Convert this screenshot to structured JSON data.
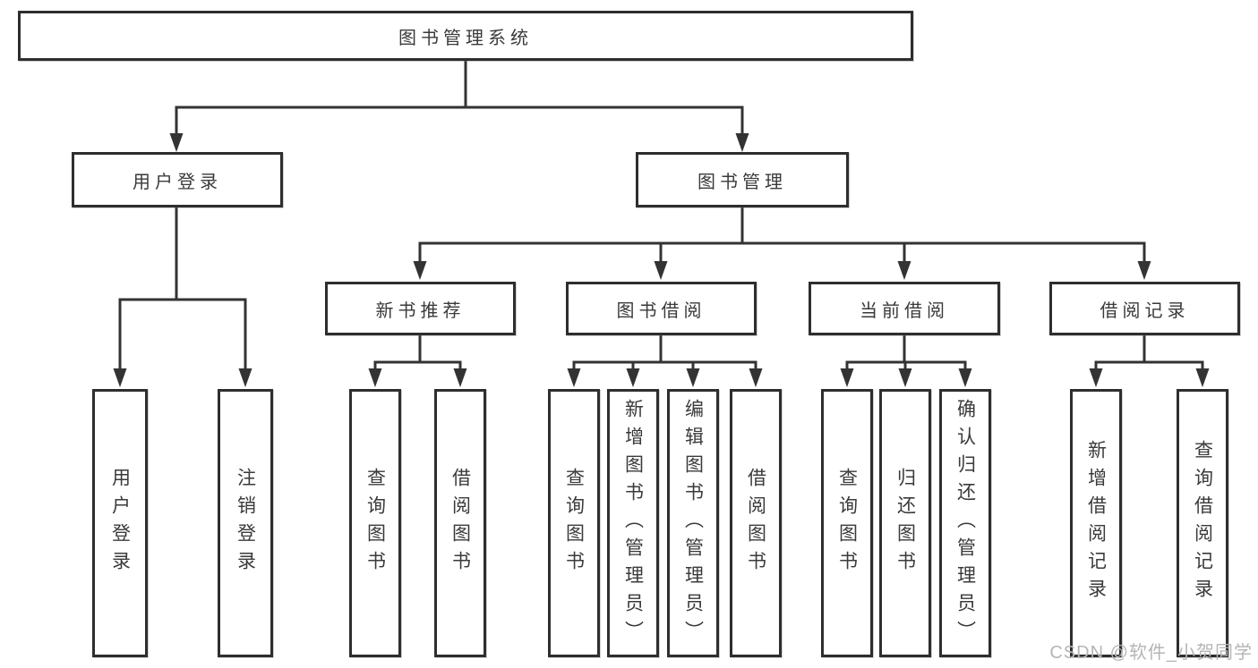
{
  "tree": {
    "root": "图书管理系统",
    "level2": [
      {
        "label": "用户登录",
        "children": [
          "用户登录",
          "注销登录"
        ]
      },
      {
        "label": "图书管理",
        "groups": [
          {
            "label": "新书推荐",
            "children": [
              "查询图书",
              "借阅图书"
            ]
          },
          {
            "label": "图书借阅",
            "children": [
              "查询图书",
              "新增图书（管理员）",
              "编辑图书（管理员）",
              "借阅图书"
            ]
          },
          {
            "label": "当前借阅",
            "children": [
              "查询图书",
              "归还图书",
              "确认归还（管理员）"
            ]
          },
          {
            "label": "借阅记录",
            "children": [
              "新增借阅记录",
              "查询借阅记录"
            ]
          }
        ]
      }
    ]
  },
  "watermark": "CSDN @软件_小贺同学",
  "colors": {
    "line": "#333333",
    "text": "#3a3a3a",
    "watermark": "#b5b5b5"
  }
}
